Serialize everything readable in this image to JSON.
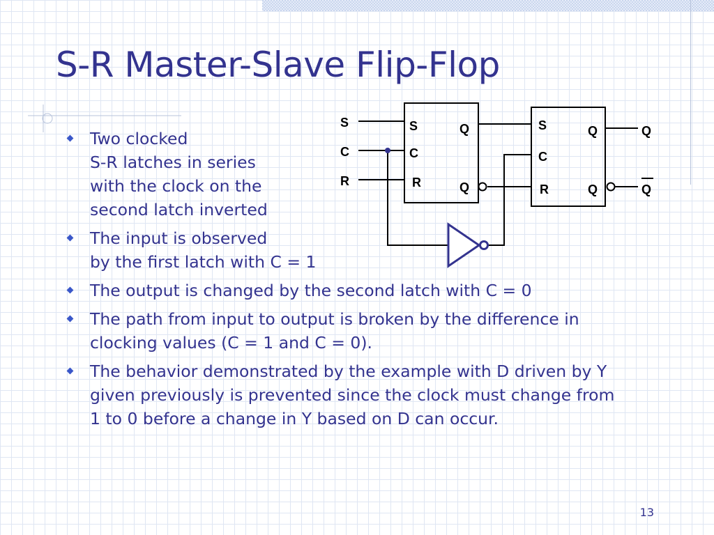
{
  "slide": {
    "title": "S-R Master-Slave Flip-Flop",
    "page_number": "13",
    "bullets": [
      {
        "lines": [
          "Two clocked",
          "S-R latches in series",
          "with the clock on the",
          "second latch inverted"
        ]
      },
      {
        "lines": [
          "The input is observed",
          "by the first latch with C = 1"
        ]
      },
      {
        "lines": [
          "The output is changed by the second latch with C = 0"
        ]
      },
      {
        "lines": [
          "The path from input to output is broken by the difference in",
          "clocking values (C = 1 and C = 0)."
        ]
      },
      {
        "lines": [
          "The behavior demonstrated by the example with D driven by Y",
          "given previously is prevented since the clock must change from",
          "1 to 0 before a change in Y based on D can occur."
        ]
      }
    ]
  },
  "circuit": {
    "inputs": {
      "s": "S",
      "c": "C",
      "r": "R"
    },
    "master_latch": {
      "s": "S",
      "c": "C",
      "r": "R",
      "q": "Q",
      "q_bar": "Q"
    },
    "slave_latch": {
      "s": "S",
      "c": "C",
      "r": "R",
      "q": "Q",
      "q_bar": "Q"
    },
    "outputs": {
      "q": "Q",
      "q_bar": "Q"
    }
  },
  "colors": {
    "text": "#33338f",
    "bullet": "#3a57c9",
    "inverter": "#33338f",
    "wire": "#000000"
  }
}
